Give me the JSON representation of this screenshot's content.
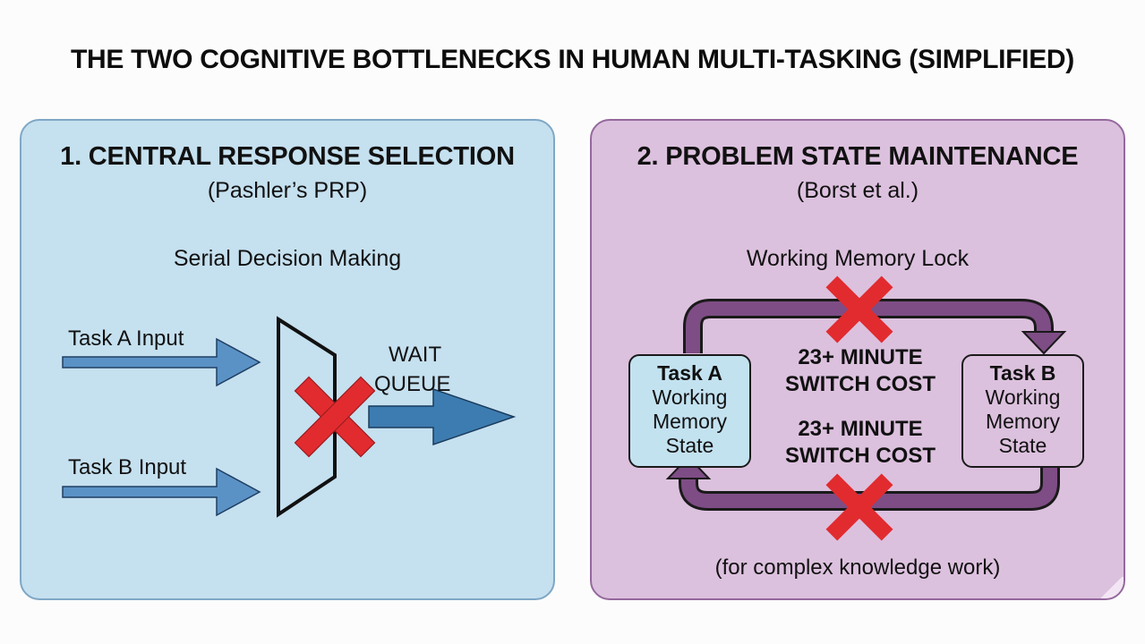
{
  "title": "THE TWO COGNITIVE BOTTLENECKS IN HUMAN MULTI-TASKING (SIMPLIFIED)",
  "colors": {
    "left_panel_bg": "#c5e0ef",
    "left_panel_border": "#7fa7c6",
    "right_panel_bg": "#dcc1de",
    "right_panel_border": "#94689d",
    "input_arrow": "#5b92c6",
    "output_arrow": "#3d7cb0",
    "loop_arrow": "#7e4d85",
    "block_x": "#e12b2f",
    "task_a_box": "#c3e2f0",
    "task_b_box": "#dcc1de"
  },
  "left_panel": {
    "heading": "1. CENTRAL RESPONSE SELECTION",
    "subheading": "(Pashler’s PRP)",
    "caption": "Serial Decision Making",
    "inputs": [
      {
        "label": "Task A Input"
      },
      {
        "label": "Task B Input"
      }
    ],
    "output_label_line1": "WAIT",
    "output_label_line2": "QUEUE",
    "gate_icon": "bottleneck-funnel",
    "block_icon": "red-x"
  },
  "right_panel": {
    "heading": "2. PROBLEM STATE MAINTENANCE",
    "subheading": "(Borst et al.)",
    "caption": "Working Memory Lock",
    "task_a": {
      "title": "Task A",
      "lines": [
        "Working",
        "Memory",
        "State"
      ]
    },
    "task_b": {
      "title": "Task B",
      "lines": [
        "Working",
        "Memory",
        "State"
      ]
    },
    "costs": [
      {
        "line1": "23+ MINUTE",
        "line2": "SWITCH COST"
      },
      {
        "line1": "23+ MINUTE",
        "line2": "SWITCH COST"
      }
    ],
    "footnote": "(for complex knowledge work)"
  }
}
